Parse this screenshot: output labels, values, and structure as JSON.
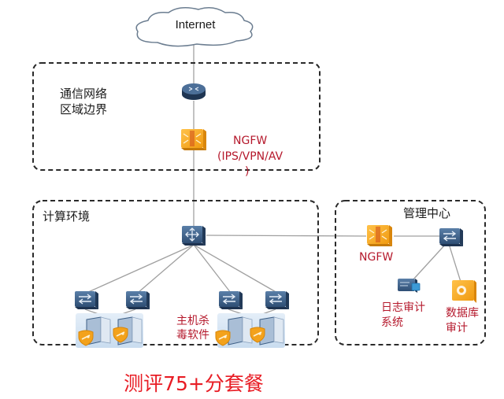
{
  "diagram": {
    "cloud": {
      "label": "Internet"
    },
    "zones": {
      "boundary": {
        "label_line1": "通信网络",
        "label_line2": "区域边界"
      },
      "compute": {
        "label": "计算环境"
      },
      "management": {
        "label": "管理中心"
      }
    },
    "devices": {
      "router": {
        "type": "router"
      },
      "boundary_firewall": {
        "type": "firewall",
        "label_line1": "NGFW",
        "label_line2": "(IPS/VPN/AV",
        "label_line3": ")"
      },
      "core_switch": {
        "type": "core-switch"
      },
      "access_switches": [
        {
          "type": "switch"
        },
        {
          "type": "switch"
        },
        {
          "type": "switch"
        },
        {
          "type": "switch"
        }
      ],
      "server_groups": [
        {
          "type": "server-cluster",
          "protected": true
        },
        {
          "type": "server-cluster",
          "protected": true
        }
      ],
      "antivirus": {
        "label_line1": "主机杀",
        "label_line2": "毒软件"
      },
      "mgmt_firewall": {
        "type": "firewall",
        "label": "NGFW"
      },
      "mgmt_switch": {
        "type": "switch"
      },
      "log_audit": {
        "type": "log-audit-appliance",
        "label_line1": "日志审计",
        "label_line2": "系统"
      },
      "db_audit": {
        "type": "db-audit-appliance",
        "label_line1": "数据库",
        "label_line2": "审计"
      }
    },
    "footer": {
      "label": "测评75+分套餐"
    },
    "colors": {
      "firewall": "#f5a623",
      "network_device": "#3d5f86",
      "label_red": "#b5192c",
      "footer_red": "#e81c24",
      "line": "#a0a0a0",
      "dash": "#2a2a2a"
    }
  }
}
